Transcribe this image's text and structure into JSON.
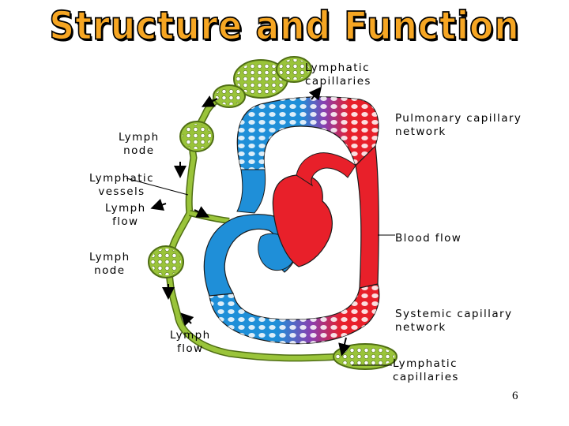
{
  "title": "Structure and Function",
  "labels": {
    "lymphatic_capillaries_top": "Lymphatic\ncapillaries",
    "pulmonary_capillary_network": "Pulmonary capillary\nnetwork",
    "lymph_node_upper": "Lymph\nnode",
    "lymphatic_vessels": "Lymphatic\nvessels",
    "lymph_flow_upper": "Lymph\nflow",
    "blood_flow": "Blood flow",
    "lymph_node_lower": "Lymph\nnode",
    "systemic_capillary_network": "Systemic capillary\nnetwork",
    "lymph_flow_lower": "Lymph\nflow",
    "lymphatic_capillaries_bottom": "Lymphatic\ncapillaries"
  },
  "page_number": "6",
  "colors": {
    "title_fill": "#f6a623",
    "oxygen_poor_blood": "#1f8fd8",
    "oxygen_rich_blood": "#e8202a",
    "capillary_mix": "#8a3fb0",
    "lymphatic": "#9ac43a",
    "lymphatic_dark": "#4f6e14"
  }
}
